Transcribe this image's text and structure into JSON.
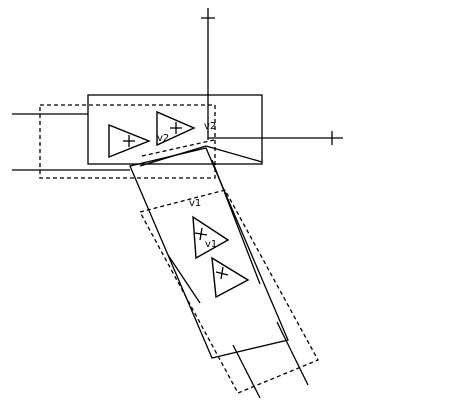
{
  "labels": {
    "v2_small": "v2",
    "v2_top": "v2",
    "v1_top": "v1",
    "v1_inner": "v1"
  }
}
